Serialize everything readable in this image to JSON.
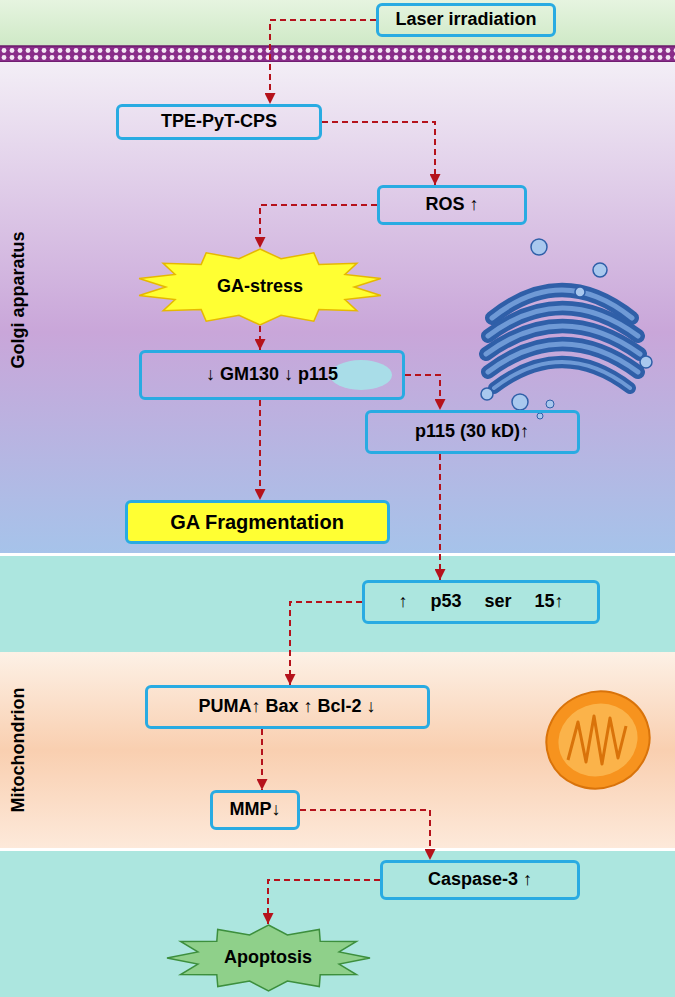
{
  "diagram": {
    "nodes": [
      {
        "text": [
          "Laser irradiation"
        ]
      },
      {
        "text": [
          "TPE-PyT-CPS"
        ]
      },
      {
        "text": [
          "ROS ↑"
        ]
      },
      {
        "text": [
          "GA-stress"
        ]
      },
      {
        "text": [
          "↓ GM130 ↓ p115"
        ]
      },
      {
        "text": [
          "p115 (30 kD)↑"
        ]
      },
      {
        "text": [
          "GA Fragmentation"
        ]
      },
      {
        "text": [
          "↑ p53 ser 15↑"
        ]
      },
      {
        "text": [
          "PUMA↑ Bax ↑ Bcl-2 ↓"
        ]
      },
      {
        "text": [
          "MMP↓"
        ]
      },
      {
        "text": [
          "Caspase-3 ↑"
        ]
      },
      {
        "text": [
          "Apoptosis"
        ]
      }
    ],
    "edges": [
      {
        "from": 0,
        "to": 1,
        "arrow": "to"
      },
      {
        "from": 1,
        "to": 2,
        "arrow": "to"
      },
      {
        "from": 2,
        "to": 3,
        "arrow": "to"
      },
      {
        "from": 3,
        "to": 4,
        "arrow": "to"
      },
      {
        "from": 4,
        "to": 6,
        "arrow": "to"
      },
      {
        "from": 4,
        "to": 5,
        "arrow": "to"
      },
      {
        "from": 5,
        "to": 7,
        "arrow": "to"
      },
      {
        "from": 7,
        "to": 8,
        "arrow": "to"
      },
      {
        "from": 8,
        "to": 9,
        "arrow": "to"
      },
      {
        "from": 9,
        "to": 10,
        "arrow": "to"
      },
      {
        "from": 10,
        "to": 11,
        "arrow": "to"
      }
    ],
    "labels": [
      "Golgi apparatus",
      "Mitochondrion"
    ]
  }
}
